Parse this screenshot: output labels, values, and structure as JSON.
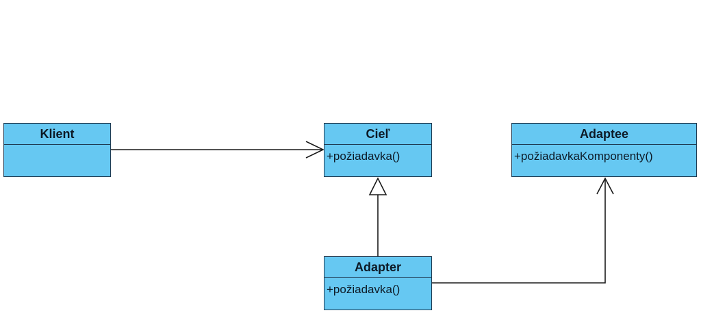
{
  "classes": {
    "klient": {
      "name": "Klient",
      "operations": []
    },
    "ciel": {
      "name": "Cieľ",
      "operations": [
        "+požiadavka()"
      ]
    },
    "adaptee": {
      "name": "Adaptee",
      "operations": [
        "+požiadavkaKomponenty()"
      ]
    },
    "adapter": {
      "name": "Adapter",
      "operations": [
        "+požiadavka()"
      ]
    }
  },
  "relationships": [
    {
      "type": "association",
      "from": "Klient",
      "to": "Cieľ"
    },
    {
      "type": "generalization",
      "from": "Adapter",
      "to": "Cieľ"
    },
    {
      "type": "association",
      "from": "Adapter",
      "to": "Adaptee"
    }
  ],
  "colors": {
    "class_fill": "#66c8f2",
    "class_border": "#1f3b52",
    "line": "#1a1a1a"
  }
}
